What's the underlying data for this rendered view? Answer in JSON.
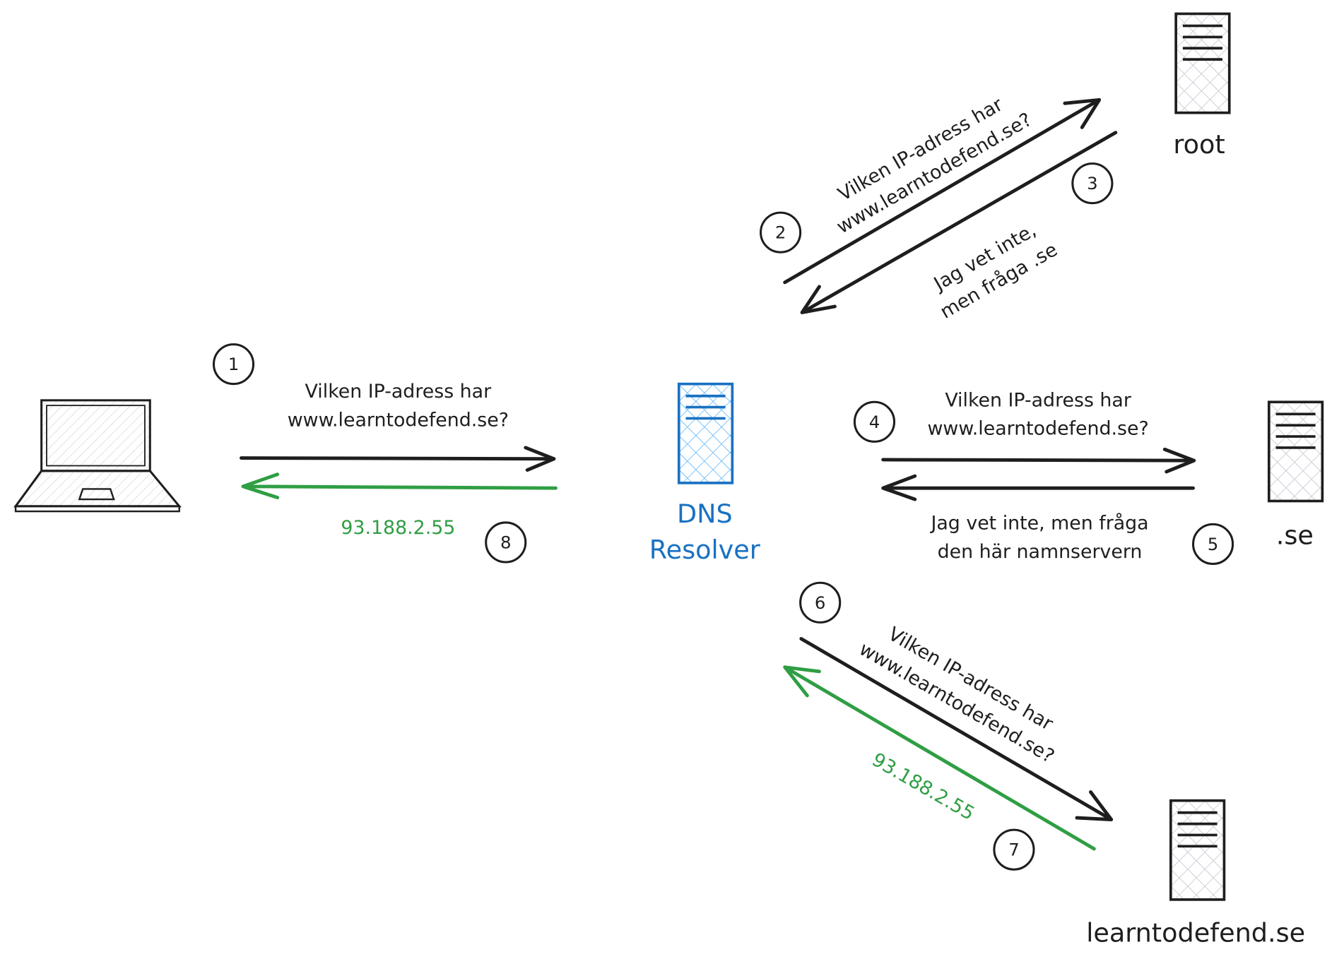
{
  "nodes": {
    "client": "laptop",
    "resolver": [
      "DNS",
      "Resolver"
    ],
    "root": "root",
    "tld": ".se",
    "authoritative": "learntodefend.se"
  },
  "steps": [
    {
      "n": "1",
      "text": [
        "Vilken IP-adress har",
        "www.learntodefend.se?"
      ]
    },
    {
      "n": "2",
      "text": [
        "Vilken IP-adress har",
        "www.learntodefend.se?"
      ]
    },
    {
      "n": "3",
      "text": [
        "Jag vet inte,",
        "men fråga .se"
      ]
    },
    {
      "n": "4",
      "text": [
        "Vilken IP-adress har",
        "www.learntodefend.se?"
      ]
    },
    {
      "n": "5",
      "text": [
        "Jag vet inte, men fråga",
        "den här namnservern"
      ]
    },
    {
      "n": "6",
      "text": [
        "Vilken IP-adress har",
        "www.learntodefend.se?"
      ]
    },
    {
      "n": "7",
      "text": [
        "93.188.2.55"
      ]
    },
    {
      "n": "8",
      "text": [
        "93.188.2.55"
      ]
    }
  ],
  "colors": {
    "answer": "#2f9e44",
    "resolver": "#1971c2",
    "ink": "#1e1e1e"
  }
}
